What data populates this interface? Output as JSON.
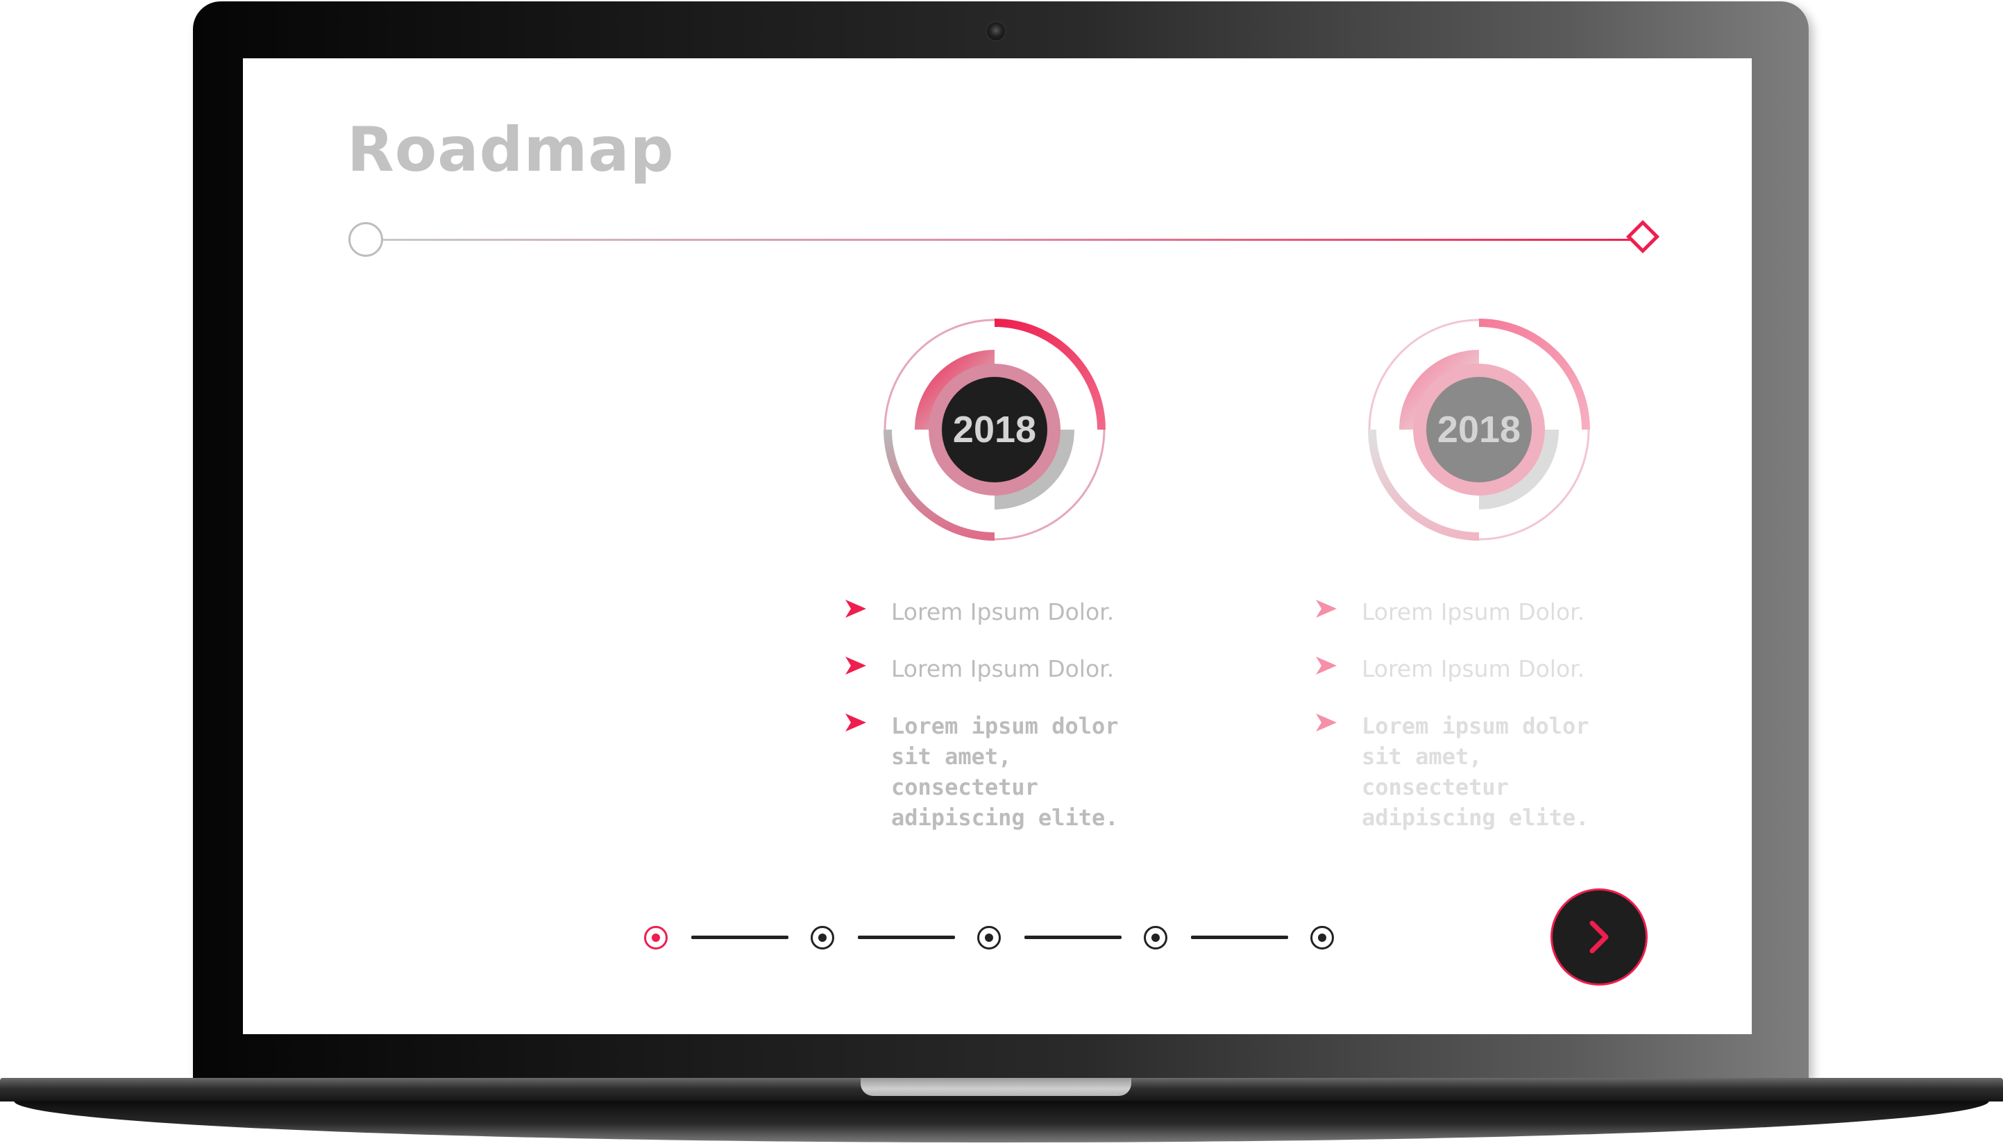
{
  "slide": {
    "title": "Roadmap",
    "columns": [
      {
        "year": "2018",
        "bullets": [
          "Lorem Ipsum Dolor.",
          "Lorem Ipsum Dolor.",
          "Lorem ipsum dolor sit amet, consectetur adipiscing elite."
        ]
      },
      {
        "year": "2018",
        "bullets": [
          "Lorem Ipsum Dolor.",
          "Lorem Ipsum Dolor.",
          "Lorem ipsum dolor sit amet, consectetur adipiscing elite."
        ]
      }
    ]
  },
  "pager": {
    "active_index": 0,
    "count": 5
  },
  "icons": {
    "next": "chevron-right-icon",
    "timeline_start": "circle-icon",
    "timeline_end": "diamond-icon",
    "bullet": "arrow-bullet-icon"
  },
  "colors": {
    "accent": "#ee1e4e",
    "dark": "#1e1e1e",
    "title_gray": "#c2c2c2",
    "text_gray": "#bcbcbc",
    "faded_text": "#dedede"
  }
}
